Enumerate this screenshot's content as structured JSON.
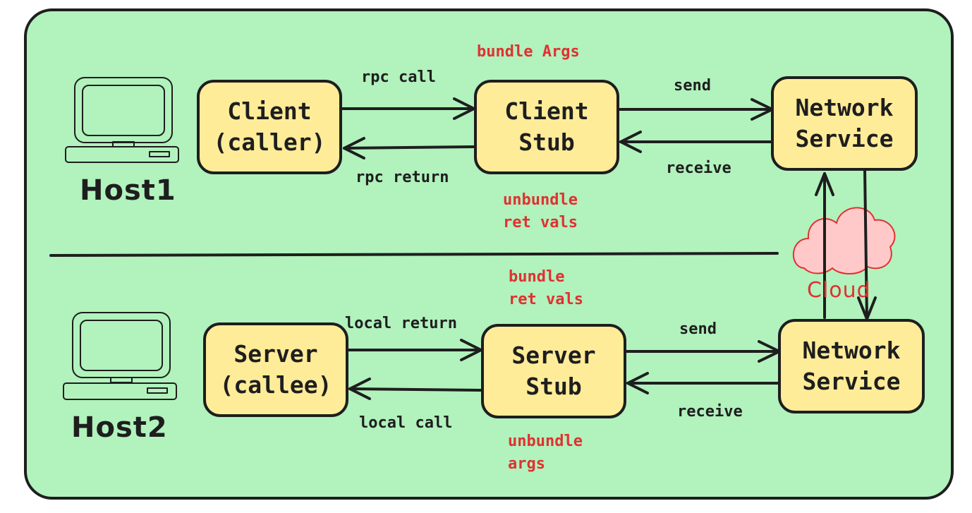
{
  "hosts": {
    "host1": "Host1",
    "host2": "Host2"
  },
  "boxes": {
    "client": "Client\n(caller)",
    "client_stub": "Client\nStub",
    "network_top": "Network\nService",
    "server": "Server\n(callee)",
    "server_stub": "Server\nStub",
    "network_bottom": "Network\nService"
  },
  "arrows": {
    "rpc_call": "rpc call",
    "rpc_return": "rpc return",
    "send_top": "send",
    "receive_top": "receive",
    "local_return": "local return",
    "local_call": "local call",
    "send_bottom": "send",
    "receive_bottom": "receive"
  },
  "annotations": {
    "bundle_args": "bundle Args",
    "unbundle_ret_vals": "unbundle\nret vals",
    "bundle_ret_vals": "bundle\nret vals",
    "unbundle_args": "unbundle\nargs"
  },
  "cloud": {
    "label": "Cloud"
  },
  "colors": {
    "background": "#b1f2bd",
    "box_fill": "#ffec99",
    "annotation": "#e03131",
    "cloud_fill": "#ffc9c9",
    "stroke": "#1e1e1e"
  }
}
